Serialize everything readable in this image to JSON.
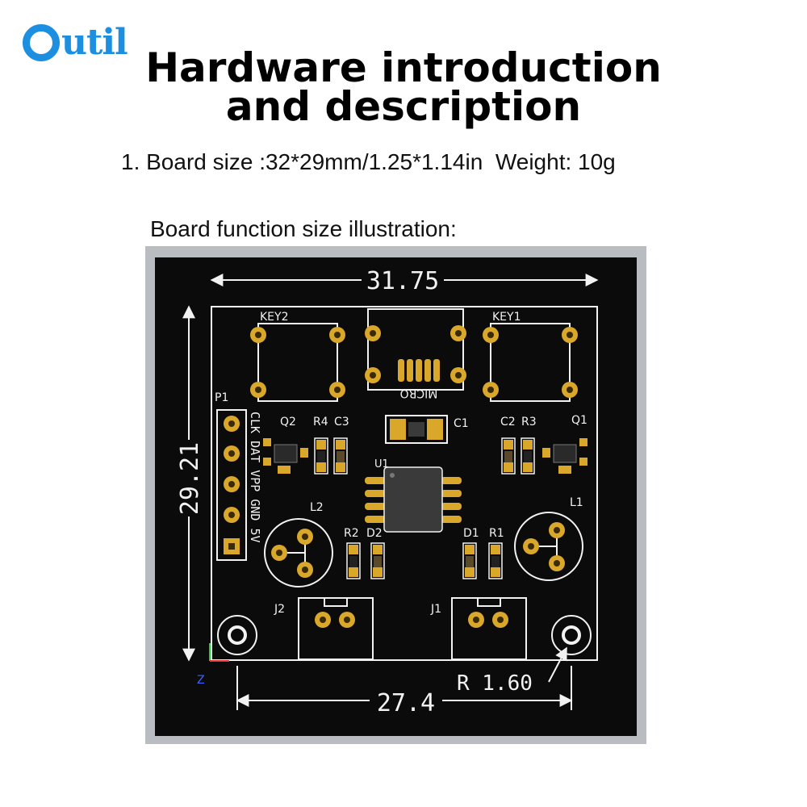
{
  "logo": {
    "text": "util",
    "full_name": "Outil"
  },
  "title": {
    "line1": "Hardware introduction",
    "line2": "and description"
  },
  "size_line": "1. Board size :32*29mm/1.25*1.14in  Weight: 10g",
  "illustration_label": "Board function size illustration:",
  "board": {
    "dimensions": {
      "width": "31.75",
      "height": "29.21",
      "hole_spacing": "27.4",
      "hole_radius": "R 1.60"
    },
    "header_label": "P1",
    "header_pins": "CLK DAT VPP GND 5V",
    "labels": {
      "key2": "KEY2",
      "key1": "KEY1",
      "micro": "MICRO",
      "q2": "Q2",
      "r4": "R4",
      "c3": "C3",
      "c1": "C1",
      "c2": "C2",
      "r3": "R3",
      "q1": "Q1",
      "u1": "U1",
      "l2": "L2",
      "l1": "L1",
      "r2": "R2",
      "d2": "D2",
      "d1": "D1",
      "r1": "R1",
      "j2": "J2",
      "j1": "J1",
      "axis_z": "Z"
    }
  },
  "colors": {
    "board_bg": "#0b0b0b",
    "pad": "#d9a72a",
    "silk": "#f2f2f2",
    "frame": "#b9bcc0",
    "logo": "#1d8fe0"
  }
}
